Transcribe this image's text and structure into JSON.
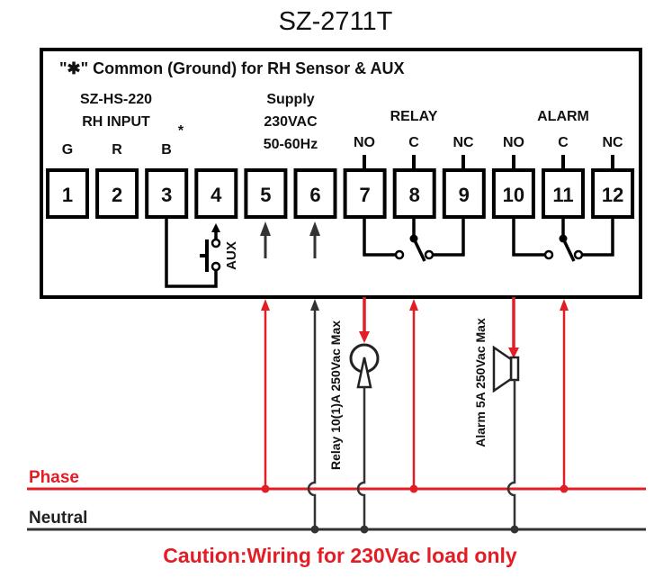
{
  "diagram": {
    "title": "SZ-2711T",
    "note": "\"✱\" Common (Ground) for RH Sensor & AUX",
    "sensor_group": {
      "line1": "SZ-HS-220",
      "line2": "RH INPUT",
      "common_mark": "*",
      "pins": [
        "G",
        "R",
        "B"
      ]
    },
    "supply_group": {
      "line1": "Supply",
      "line2": "230VAC",
      "line3": "50-60Hz"
    },
    "relay_group": {
      "label": "RELAY",
      "pins": [
        "NO",
        "C",
        "NC"
      ]
    },
    "alarm_group": {
      "label": "ALARM",
      "pins": [
        "NO",
        "C",
        "NC"
      ]
    },
    "terminals": [
      "1",
      "2",
      "3",
      "4",
      "5",
      "6",
      "7",
      "8",
      "9",
      "10",
      "11",
      "12"
    ],
    "aux_label": "AUX",
    "relay_load_label": "Relay 10(1)A 250Vac Max",
    "alarm_load_label": "Alarm 5A 250Vac Max",
    "phase_label": "Phase",
    "neutral_label": "Neutral",
    "caution": "Caution:Wiring for 230Vac load only",
    "colors": {
      "phase": "#e31d25",
      "neutral": "#222222",
      "outline": "#000000"
    },
    "icons": [
      "push-button-switch-icon",
      "relay-switch-icon",
      "lamp-icon",
      "buzzer-icon",
      "arrow-icon",
      "junction-dot-icon"
    ]
  }
}
